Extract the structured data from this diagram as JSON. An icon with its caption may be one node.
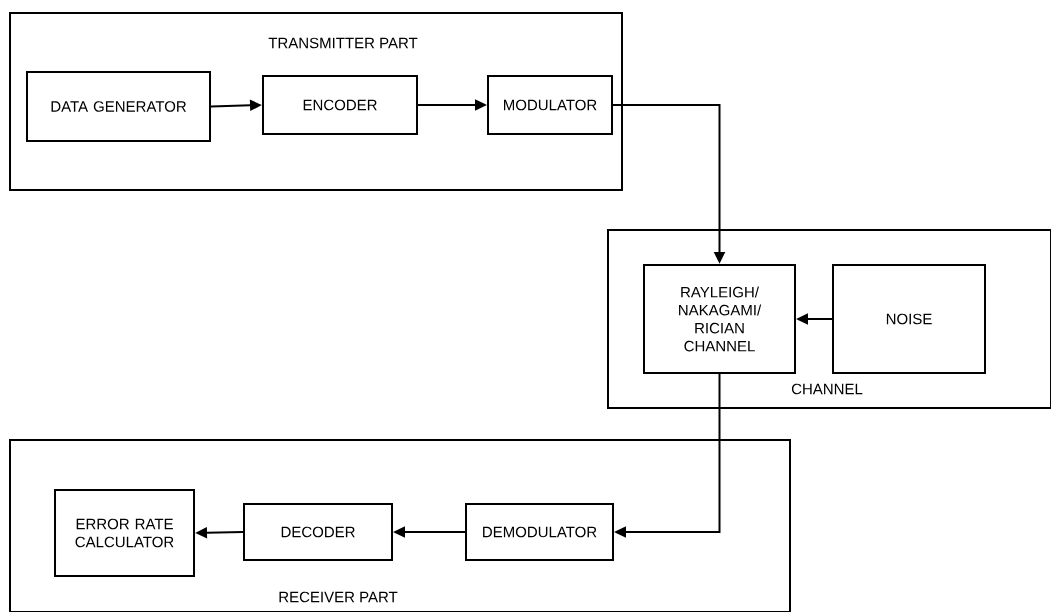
{
  "diagram": {
    "nodes": [
      {
        "text": [
          "TRANSMITTER PART"
        ]
      },
      {
        "text": [
          "DATA GENERATOR"
        ],
        "in": 0
      },
      {
        "text": [
          "ENCODER"
        ],
        "in": 0
      },
      {
        "text": [
          "MODULATOR"
        ],
        "in": 0
      },
      {
        "text": [
          "CHANNEL"
        ]
      },
      {
        "text": [
          "RAYLEIGH/ NAKAGAMI/ RICIAN CHANNEL"
        ],
        "in": 4
      },
      {
        "text": [
          "NOISE"
        ],
        "in": 4
      },
      {
        "text": [
          "RECEIVER PART"
        ]
      },
      {
        "text": [
          "ERROR RATE CALCULATOR"
        ],
        "in": 7
      },
      {
        "text": [
          "DECODER"
        ],
        "in": 7
      },
      {
        "text": [
          "DEMODULATOR"
        ],
        "in": 7
      }
    ],
    "edges": [
      {
        "from": 1,
        "to": 2,
        "arrow": "to"
      },
      {
        "from": 2,
        "to": 3,
        "arrow": "to"
      },
      {
        "from": 3,
        "to": 5,
        "arrow": "to"
      },
      {
        "from": 6,
        "to": 5,
        "arrow": "to"
      },
      {
        "from": 5,
        "to": 10,
        "arrow": "to"
      },
      {
        "from": 10,
        "to": 9,
        "arrow": "to"
      },
      {
        "from": 9,
        "to": 8,
        "arrow": "to"
      }
    ]
  }
}
